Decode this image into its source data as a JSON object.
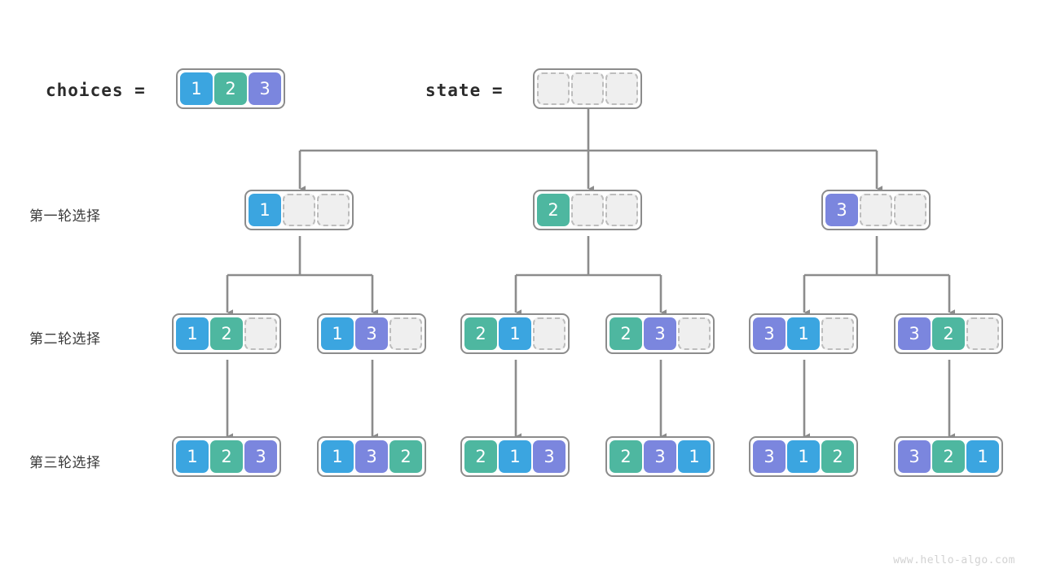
{
  "header": {
    "choices_label": "choices =",
    "state_label": "state =",
    "choices_values": [
      "1",
      "2",
      "3"
    ],
    "state_values": [
      "",
      "",
      ""
    ]
  },
  "row_labels": [
    "第一轮选择",
    "第二轮选择",
    "第三轮选择"
  ],
  "colors": {
    "one": "#3ba5e0",
    "two": "#4eb7a0",
    "three": "#7b86de",
    "empty_fill": "#efefef",
    "empty_border": "#bdbdbd",
    "node_border": "#8c8c8c",
    "wire": "#8c8c8c",
    "text": "#2b2b2b",
    "watermark": "#d2d2d2"
  },
  "levels": [
    {
      "name": "first-round",
      "nodes": [
        {
          "cells": [
            "1",
            "",
            ""
          ]
        },
        {
          "cells": [
            "2",
            "",
            ""
          ]
        },
        {
          "cells": [
            "3",
            "",
            ""
          ]
        }
      ]
    },
    {
      "name": "second-round",
      "nodes": [
        {
          "cells": [
            "1",
            "2",
            ""
          ]
        },
        {
          "cells": [
            "1",
            "3",
            ""
          ]
        },
        {
          "cells": [
            "2",
            "1",
            ""
          ]
        },
        {
          "cells": [
            "2",
            "3",
            ""
          ]
        },
        {
          "cells": [
            "3",
            "1",
            ""
          ]
        },
        {
          "cells": [
            "3",
            "2",
            ""
          ]
        }
      ]
    },
    {
      "name": "third-round",
      "nodes": [
        {
          "cells": [
            "1",
            "2",
            "3"
          ]
        },
        {
          "cells": [
            "1",
            "3",
            "2"
          ]
        },
        {
          "cells": [
            "2",
            "1",
            "3"
          ]
        },
        {
          "cells": [
            "2",
            "3",
            "1"
          ]
        },
        {
          "cells": [
            "3",
            "1",
            "2"
          ]
        },
        {
          "cells": [
            "3",
            "2",
            "1"
          ]
        }
      ]
    }
  ],
  "watermark": "www.hello-algo.com"
}
